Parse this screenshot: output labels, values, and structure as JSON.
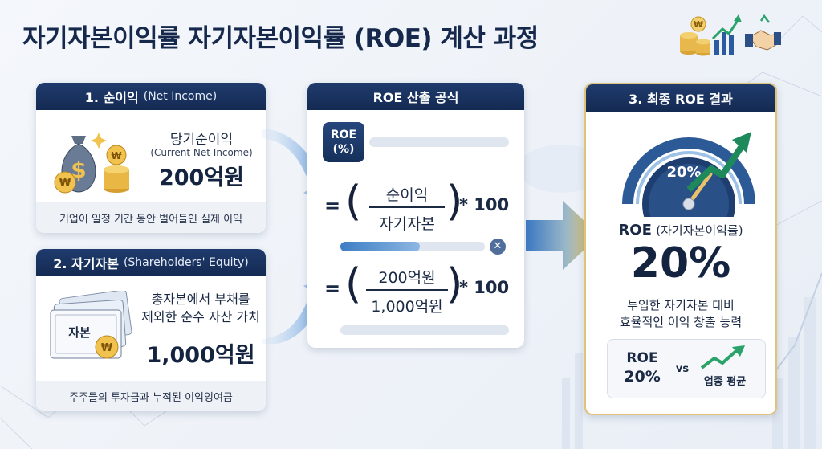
{
  "title": "자기자본이익률 자기자본이익률 (ROE) 계산 과정",
  "net_income_card": {
    "header_main": "1. 순이익",
    "header_sub": "(Net Income)",
    "label_ko": "당기순이익",
    "label_en": "(Current Net Income)",
    "value": "200억원",
    "footer": "기업이 일정 기간 동안 벌어들인 실제 이익"
  },
  "equity_card": {
    "header_main": "2. 자기자본",
    "header_sub": "(Shareholders' Equity)",
    "desc_line1": "총자본에서 부채를",
    "desc_line2": "제외한 순수 자산 가치",
    "value": "1,000억원",
    "footer": "주주들의 투자금과 누적된 이익잉여금",
    "doc_label": "자본"
  },
  "formula_card": {
    "header": "ROE 산출 공식",
    "roe_tag_line1": "ROE",
    "roe_tag_line2": "(%)",
    "eq_sign": "=",
    "f1_numerator": "순이익",
    "f1_denominator": "자기자본",
    "f1_multiplier": "* 100",
    "f2_numerator": "200억원",
    "f2_denominator": "1,000억원",
    "f2_multiplier": "* 100",
    "x_mark": "✕"
  },
  "result_card": {
    "header": "3. 최종 ROE 결과",
    "gauge_value": "20%",
    "gauge_level": 0.2,
    "label_main": "ROE",
    "label_sub": "(자기자본이익률)",
    "value": "20%",
    "desc_line1": "투입한 자기자본 대비",
    "desc_line2": "효율적인 이익 창출 능력",
    "compare_label": "ROE",
    "compare_value": "20%",
    "vs": "vs",
    "industry": "업종 평균"
  },
  "colors": {
    "navy": "#16294d",
    "gold": "#e1b24a",
    "blue_arrow": "#4a8fd6",
    "green": "#2aa36b"
  },
  "icons": [
    "coin-stack-icon",
    "growth-chart-icon",
    "handshake-icon",
    "money-bag-icon",
    "certificate-icon",
    "gauge-icon",
    "trend-arrow-icon"
  ]
}
